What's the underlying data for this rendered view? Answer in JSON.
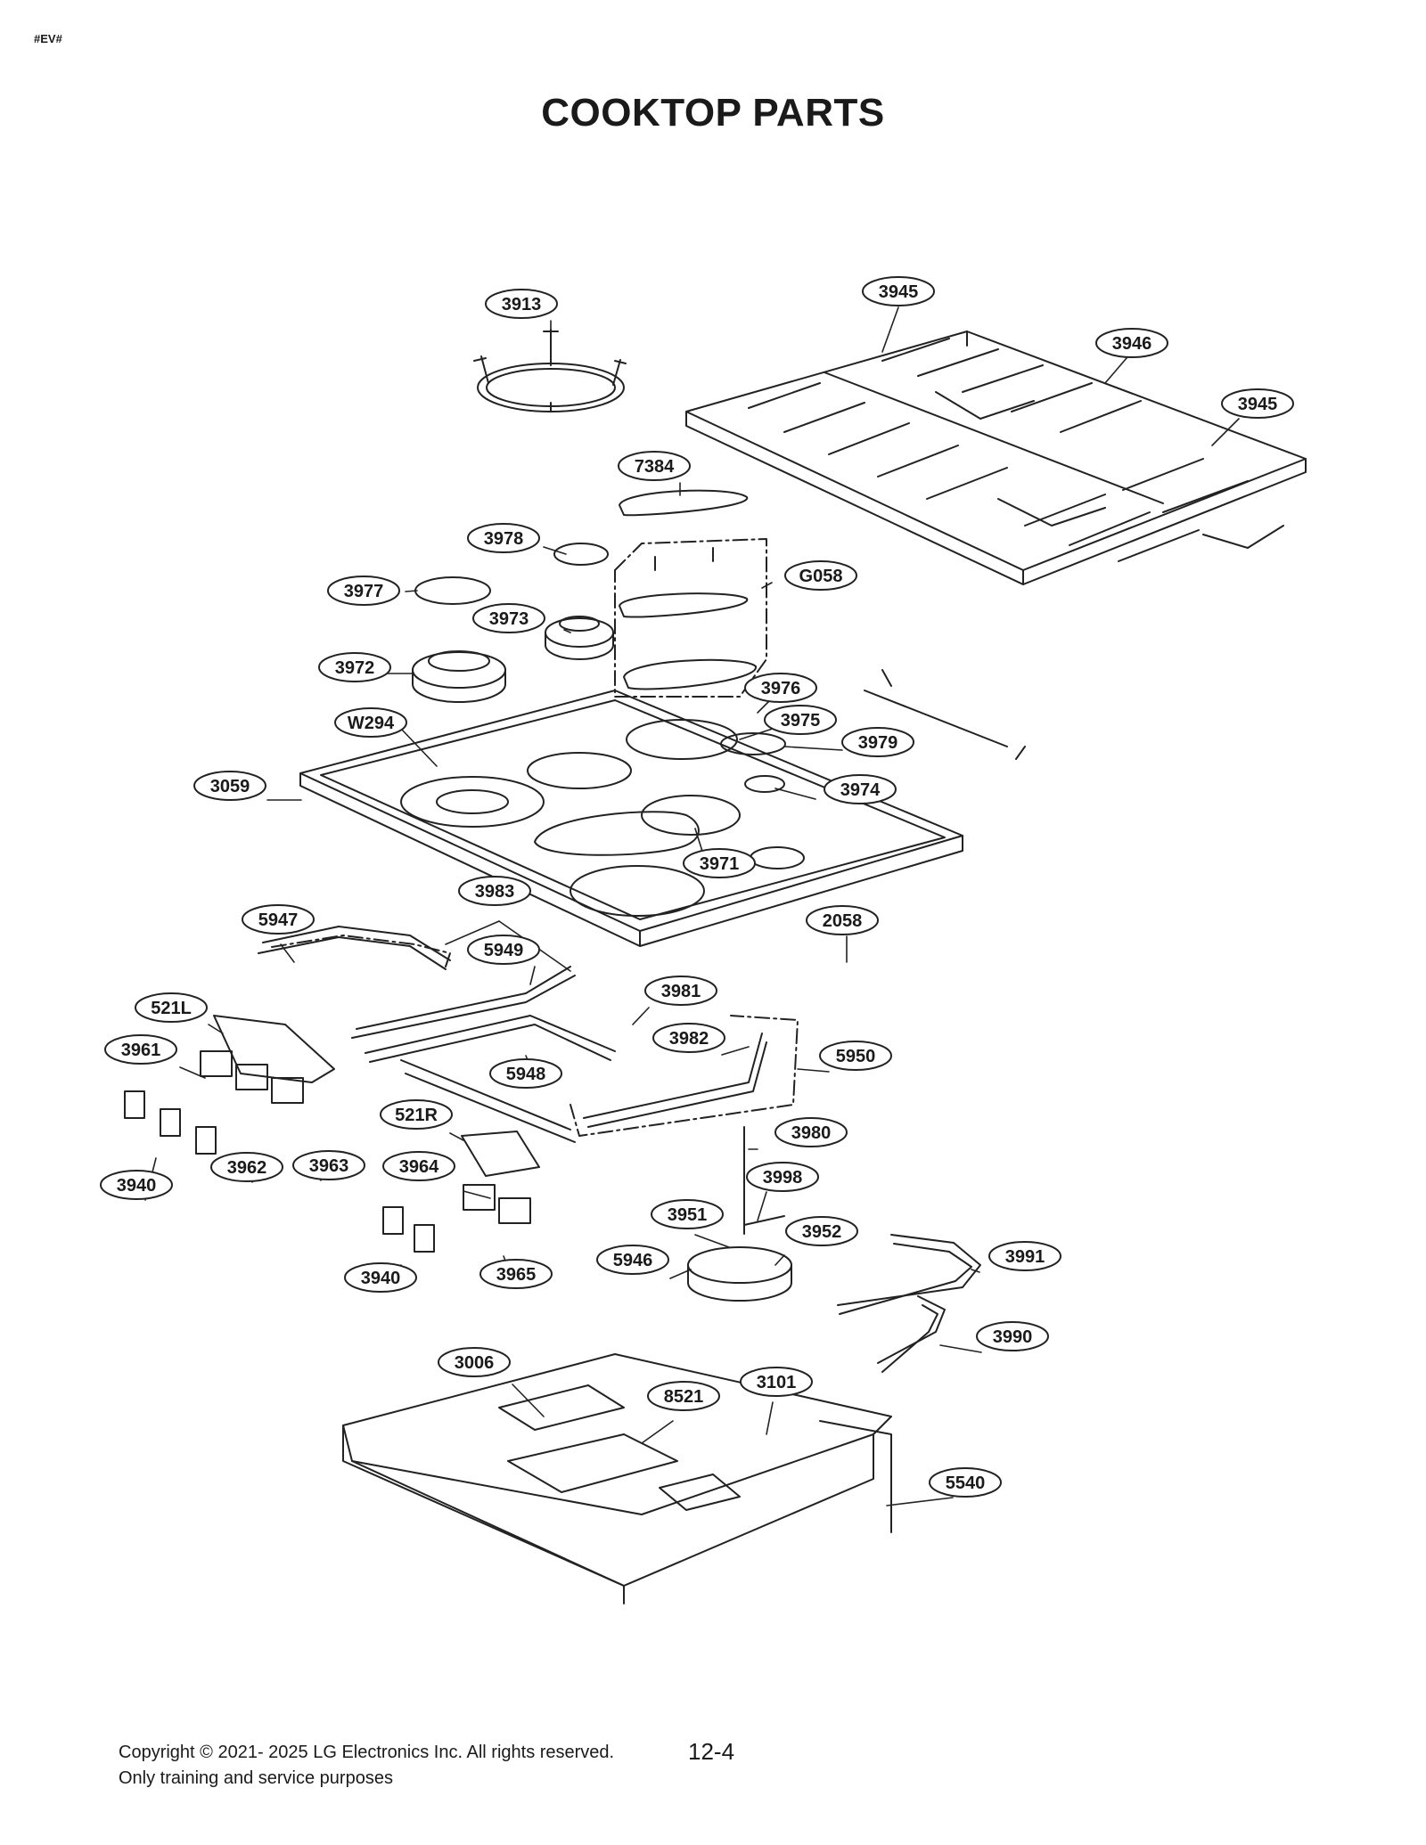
{
  "header": {
    "tag": "#EV#",
    "title": "COOKTOP PARTS"
  },
  "callouts": [
    {
      "id": "c3913",
      "label": "3913"
    },
    {
      "id": "c3945a",
      "label": "3945"
    },
    {
      "id": "c3946",
      "label": "3946"
    },
    {
      "id": "c3945b",
      "label": "3945"
    },
    {
      "id": "c7384",
      "label": "7384"
    },
    {
      "id": "c3978",
      "label": "3978"
    },
    {
      "id": "c3977",
      "label": "3977"
    },
    {
      "id": "cG058",
      "label": "G058"
    },
    {
      "id": "c3973",
      "label": "3973"
    },
    {
      "id": "c3972",
      "label": "3972"
    },
    {
      "id": "c3976",
      "label": "3976"
    },
    {
      "id": "cW294",
      "label": "W294"
    },
    {
      "id": "c3975",
      "label": "3975"
    },
    {
      "id": "c3979",
      "label": "3979"
    },
    {
      "id": "c3059",
      "label": "3059"
    },
    {
      "id": "c3974",
      "label": "3974"
    },
    {
      "id": "c3971",
      "label": "3971"
    },
    {
      "id": "c3983",
      "label": "3983"
    },
    {
      "id": "c5947",
      "label": "5947"
    },
    {
      "id": "c2058",
      "label": "2058"
    },
    {
      "id": "c5949",
      "label": "5949"
    },
    {
      "id": "c521L",
      "label": "521L"
    },
    {
      "id": "c3981",
      "label": "3981"
    },
    {
      "id": "c3961",
      "label": "3961"
    },
    {
      "id": "c3982",
      "label": "3982"
    },
    {
      "id": "c5950",
      "label": "5950"
    },
    {
      "id": "c5948",
      "label": "5948"
    },
    {
      "id": "c521R",
      "label": "521R"
    },
    {
      "id": "c3980",
      "label": "3980"
    },
    {
      "id": "c3962",
      "label": "3962"
    },
    {
      "id": "c3963",
      "label": "3963"
    },
    {
      "id": "c3964",
      "label": "3964"
    },
    {
      "id": "c3998",
      "label": "3998"
    },
    {
      "id": "c3940a",
      "label": "3940"
    },
    {
      "id": "c3951",
      "label": "3951"
    },
    {
      "id": "c3952",
      "label": "3952"
    },
    {
      "id": "c5946",
      "label": "5946"
    },
    {
      "id": "c3991",
      "label": "3991"
    },
    {
      "id": "c3940b",
      "label": "3940"
    },
    {
      "id": "c3965",
      "label": "3965"
    },
    {
      "id": "c3990",
      "label": "3990"
    },
    {
      "id": "c3006",
      "label": "3006"
    },
    {
      "id": "c3101",
      "label": "3101"
    },
    {
      "id": "c8521",
      "label": "8521"
    },
    {
      "id": "c5540",
      "label": "5540"
    }
  ],
  "footer": {
    "copyright_line1": "Copyright © 2021- 2025 LG Electronics Inc. All rights reserved.",
    "copyright_line2": "Only training and service purposes",
    "page_number": "12-4"
  }
}
